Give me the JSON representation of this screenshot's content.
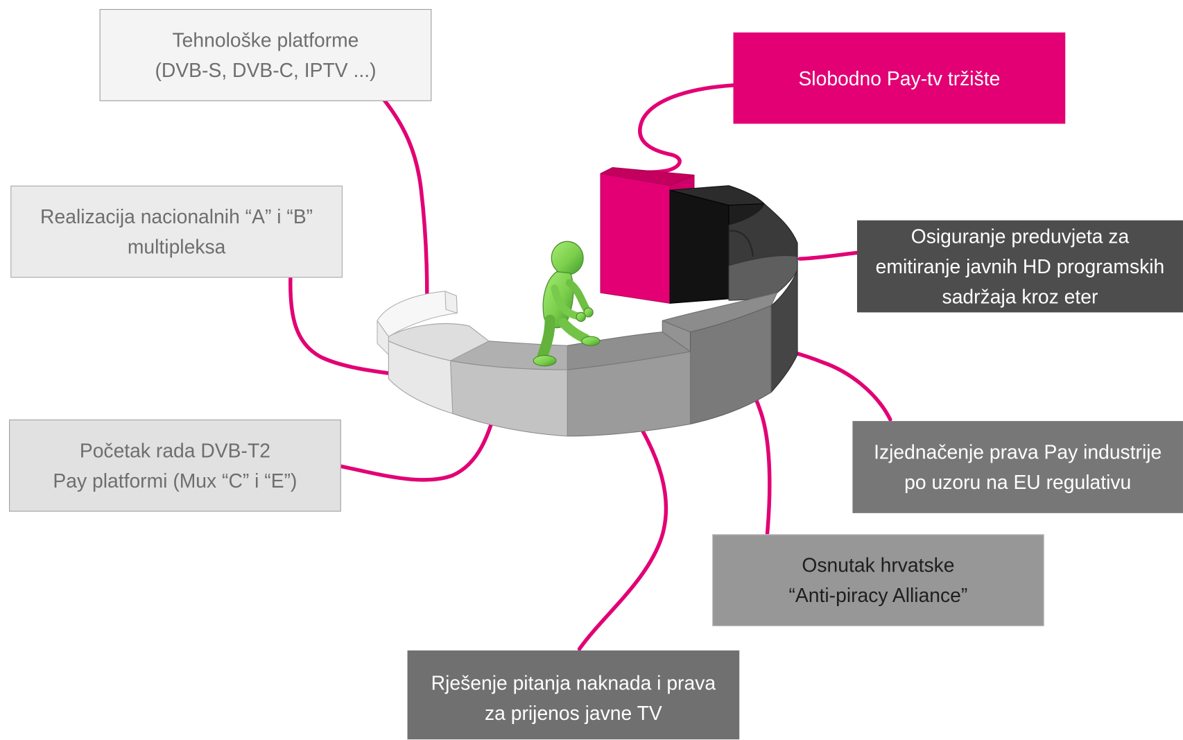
{
  "boxes": {
    "technology_platforms": {
      "lines": [
        "Tehnološke platforme",
        "(DVB-S, DVB-C, IPTV ...)"
      ]
    },
    "free_pay_tv_market": {
      "lines": [
        "Slobodno Pay-tv tržište"
      ]
    },
    "national_multiplexes": {
      "lines": [
        "Realizacija nacionalnih “A” i “B”",
        "multipleksa"
      ]
    },
    "hd_broadcast_preconditions": {
      "lines": [
        "Osiguranje preduvjeta za",
        "emitiranje javnih HD programskih",
        "sadržaja kroz eter"
      ]
    },
    "dvb_t2_pay_platform": {
      "lines": [
        "Početak rada DVB-T2",
        "Pay platformi (Mux “C” i “E”)"
      ]
    },
    "eu_regulation_alignment": {
      "lines": [
        "Izjednačenje prava Pay industrije",
        "po uzoru na EU regulativu"
      ]
    },
    "anti_piracy_alliance": {
      "lines": [
        "Osnutak hrvatske",
        "“Anti-piracy Alliance”"
      ]
    },
    "public_tv_fees": {
      "lines": [
        "Rješenje pitanja naknada i prava",
        "za prijenos javne TV"
      ]
    }
  },
  "colors": {
    "accent": "#e20074",
    "figure": "#7ccf4c"
  }
}
